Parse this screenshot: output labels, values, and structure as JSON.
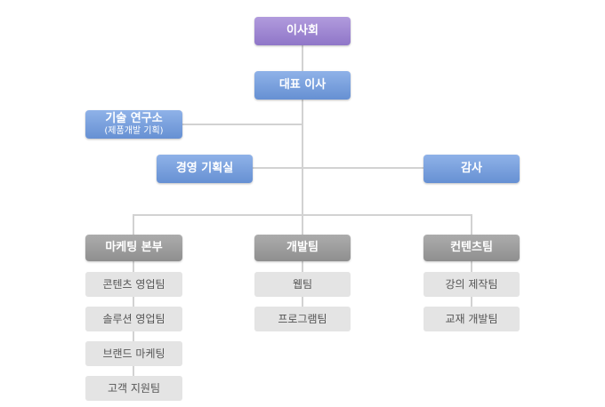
{
  "board": "이사회",
  "ceo": "대표 이사",
  "research": {
    "name": "기술 연구소",
    "sub": "(제품개발 기획)"
  },
  "planning": "경영 기획실",
  "audit": "감사",
  "marketing": {
    "name": "마케팅 본부",
    "teams": [
      "콘텐츠 영업팀",
      "솔루션 영업팀",
      "브랜드 마케팅",
      "고객 지원팀"
    ]
  },
  "development": {
    "name": "개발팀",
    "teams": [
      "웹팀",
      "프로그램팀"
    ]
  },
  "contents": {
    "name": "컨텐츠팀",
    "teams": [
      "강의 제작팀",
      "교재 개발팀"
    ]
  },
  "colors": {
    "board": "#9d86d4",
    "executive": "#7aa1de",
    "division": "#9b9b9b",
    "team": "#e4e4e4",
    "connector": "#d2d2d2"
  }
}
